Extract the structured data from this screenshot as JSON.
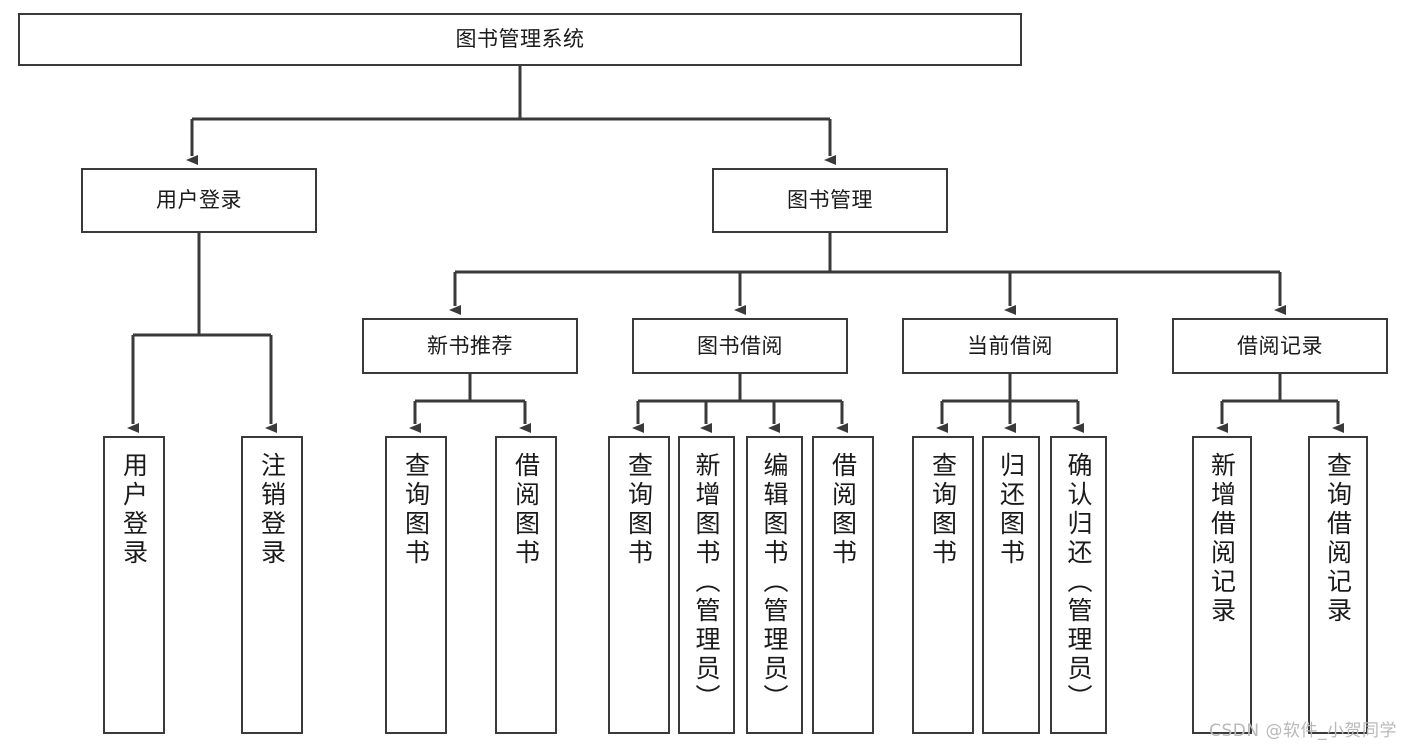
{
  "diagram": {
    "type": "tree",
    "title": "图书管理系统",
    "watermark": "CSDN @软件_小贺同学",
    "colors": {
      "box_border": "#3a3a3a",
      "box_fill": "#ffffff",
      "connector": "#3a3a3a",
      "text": "#1a1a1a",
      "watermark": "#b9b9b9"
    },
    "levels": {
      "root": {
        "label": "图书管理系统"
      },
      "level2": [
        {
          "label": "用户登录"
        },
        {
          "label": "图书管理"
        }
      ],
      "level3": [
        {
          "label": "新书推荐"
        },
        {
          "label": "图书借阅"
        },
        {
          "label": "当前借阅"
        },
        {
          "label": "借阅记录"
        }
      ],
      "leaves": {
        "user_login": [
          {
            "label": "用户登录"
          },
          {
            "label": "注销登录"
          }
        ],
        "new_book_recommend": [
          {
            "label": "查询图书"
          },
          {
            "label": "借阅图书"
          }
        ],
        "book_borrow": [
          {
            "label": "查询图书"
          },
          {
            "label": "新增图书（管理员）"
          },
          {
            "label": "编辑图书（管理员）"
          },
          {
            "label": "借阅图书"
          }
        ],
        "current_borrow": [
          {
            "label": "查询图书"
          },
          {
            "label": "归还图书"
          },
          {
            "label": "确认归还（管理员）"
          }
        ],
        "borrow_record": [
          {
            "label": "新增借阅记录"
          },
          {
            "label": "查询借阅记录"
          }
        ]
      }
    }
  }
}
